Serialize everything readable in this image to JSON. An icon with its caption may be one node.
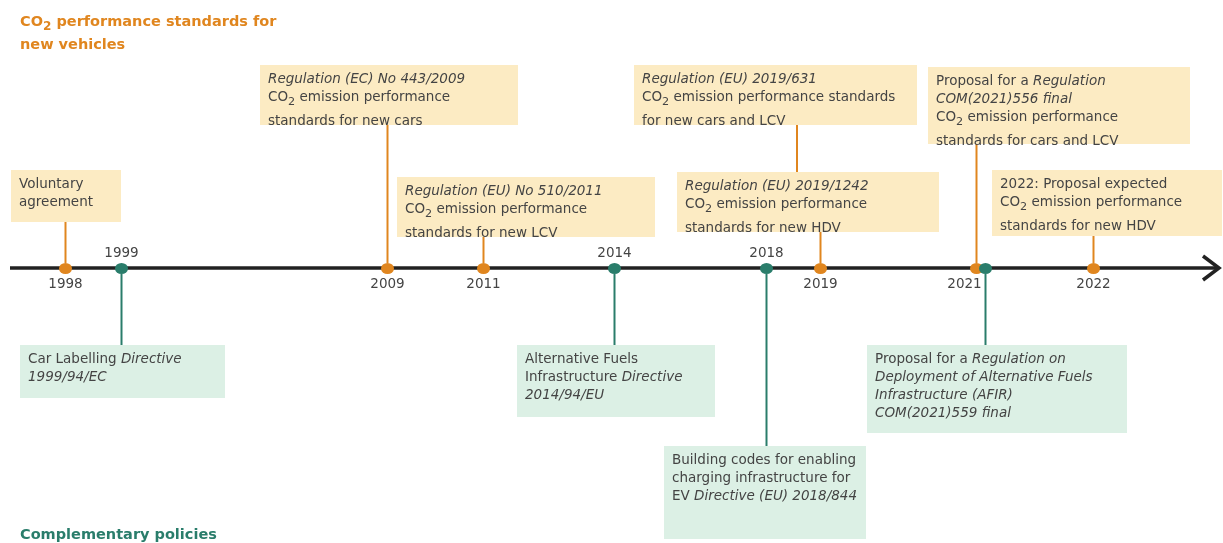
{
  "diagram": {
    "nodes": [
      {
        "text": [
          "Voluntary agreement"
        ]
      },
      {
        "text": [
          "Regulation (EC) No 443/2009",
          "CO$_{2}$ emission performance standards for new cars"
        ]
      },
      {
        "text": [
          "Regulation (EU) No 510/2011",
          "CO$_{2}$ emission performance standards for new LCV"
        ]
      },
      {
        "text": [
          "Regulation (EU) 2019/631",
          "CO$_{2}$ emission performance standards for new cars and LCV"
        ]
      },
      {
        "text": [
          "Regulation (EU) 2019/1242",
          "CO$_{2}$ emission performance standards for new HDV"
        ]
      },
      {
        "text": [
          "Proposal for a *Regulation COM(2021)556 final*",
          "CO$_{2}$ emission performance standards for cars and LCV"
        ]
      },
      {
        "text": [
          "2022: Proposal expected",
          "CO$_{2}$ emission performance standards for new HDV"
        ]
      },
      {
        "text": [],
        "shape": "circle",
        "beside": [
          "1998"
        ]
      },
      {
        "text": [],
        "shape": "circle",
        "beside": [
          "1999"
        ]
      },
      {
        "text": [],
        "shape": "circle",
        "beside": [
          "2009"
        ]
      },
      {
        "text": [],
        "shape": "circle",
        "beside": [
          "2011"
        ]
      },
      {
        "text": [],
        "shape": "circle",
        "beside": [
          "2014"
        ]
      },
      {
        "text": [],
        "shape": "circle",
        "beside": [
          "2018"
        ]
      },
      {
        "text": [],
        "shape": "circle",
        "beside": [
          "2019"
        ]
      },
      {
        "text": [],
        "shape": "circle",
        "beside": [
          "2021"
        ]
      },
      {
        "text": [],
        "shape": "circle"
      },
      {
        "text": [],
        "shape": "circle",
        "beside": [
          "2022"
        ]
      },
      {
        "text": [
          "Car Labelling *Directive 1999/94/EC*"
        ]
      },
      {
        "text": [
          "Alternative Fuels Infrastructure *Directive 2014/94/EU*"
        ]
      },
      {
        "text": [
          "Building codes for enabling charging infrastructure for EV *Directive (EU) 2018/844*"
        ]
      },
      {
        "text": [
          "Proposal for a *Regulation on Deployment of Alternative Fuels Infrastructure (AFIR) COM(2021)559 final*"
        ]
      }
    ],
    "edges": [
      {
        "from": 0,
        "to": 7,
        "arrow": "none"
      },
      {
        "from": 1,
        "to": 9,
        "arrow": "none"
      },
      {
        "from": 2,
        "to": 10,
        "arrow": "none"
      },
      {
        "from": 3,
        "to": 4,
        "arrow": "none"
      },
      {
        "from": 4,
        "to": 13,
        "arrow": "none"
      },
      {
        "from": 5,
        "to": 14,
        "arrow": "none"
      },
      {
        "from": 6,
        "to": 16,
        "arrow": "none"
      },
      {
        "from": 17,
        "to": 8,
        "arrow": "none",
        "color": "#2a7d6b"
      },
      {
        "from": 18,
        "to": 11,
        "arrow": "none",
        "color": "#2a7d6b"
      },
      {
        "from": 19,
        "to": 12,
        "arrow": "none",
        "color": "#2a7d6b"
      },
      {
        "from": 20,
        "to": 15,
        "arrow": "none",
        "color": "#2a7d6b"
      }
    ],
    "labels": [
      "CO$_{2}$ performance standards for new vehicles",
      "Complementary policies"
    ]
  }
}
